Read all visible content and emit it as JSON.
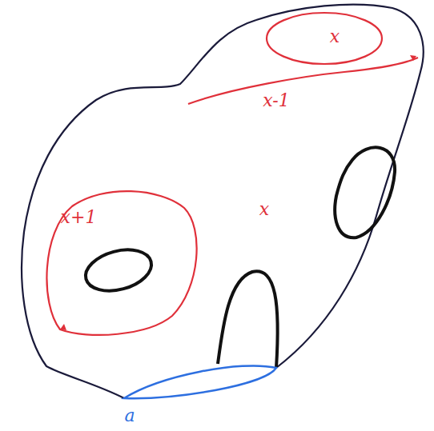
{
  "diagram": {
    "labels": [
      "x",
      "x-1",
      "x",
      "x+1",
      "a"
    ]
  }
}
